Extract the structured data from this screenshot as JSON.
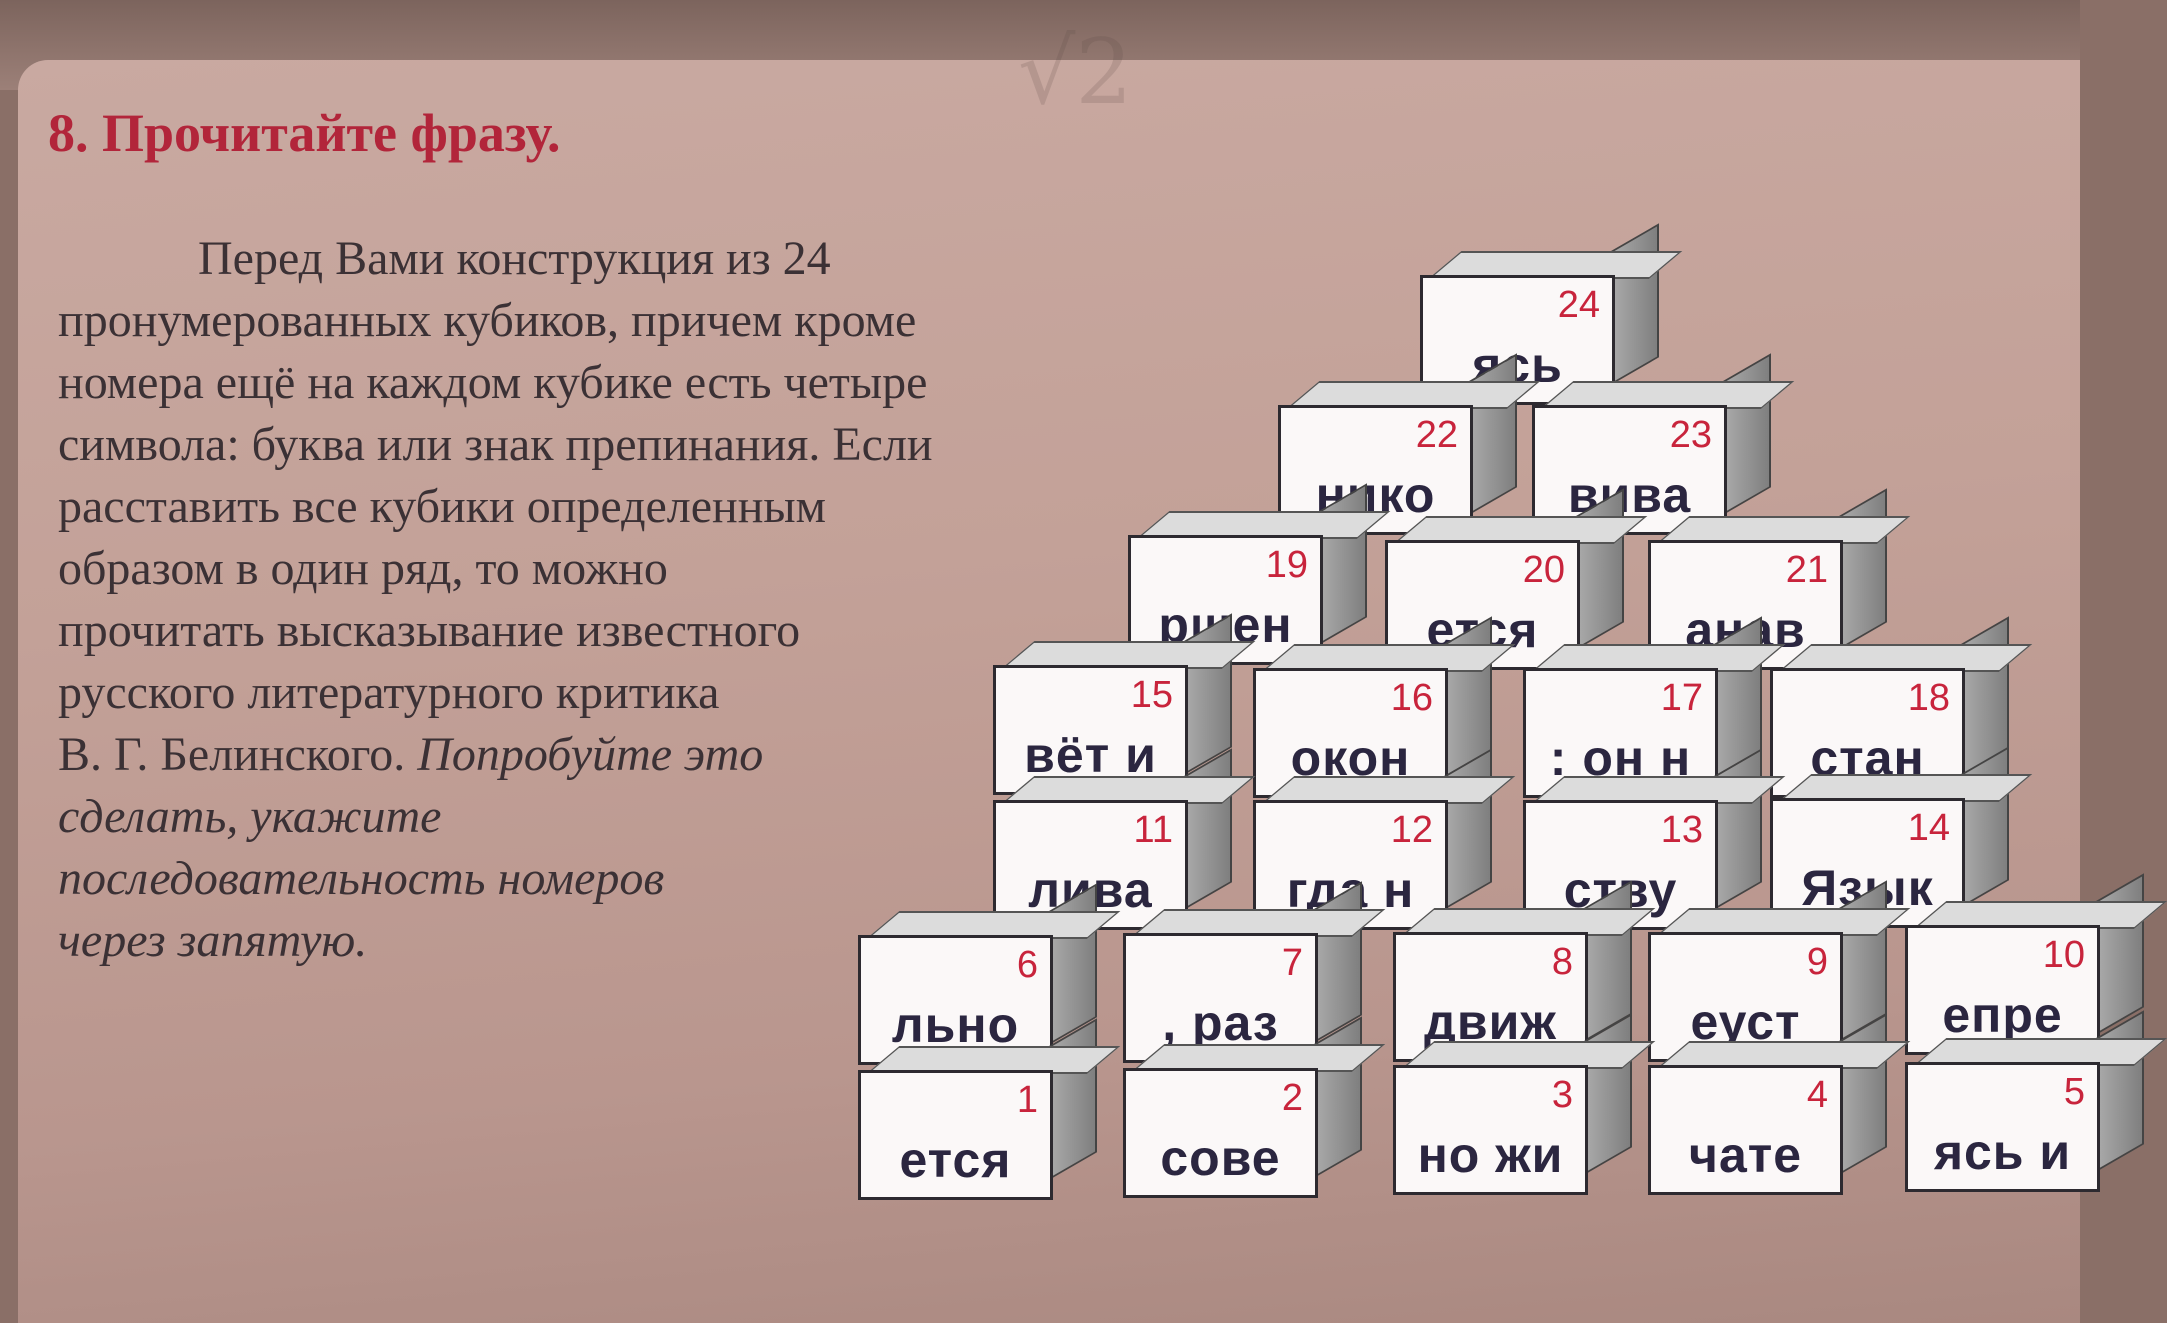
{
  "task": {
    "title": "8. Прочитайте фразу.",
    "lines": [
      "Перед Вами конструкция из 24",
      "пронумерованных кубиков, причем кроме",
      "номера ещё на каждом кубике есть четыре",
      "символа: буква или знак препинания. Если",
      "расставить все кубики определенным",
      "образом в один ряд, то можно",
      "прочитать высказывание известного",
      "русского литературного критика"
    ],
    "last_line_regular": "В. Г. Белинского.",
    "last_line_italic": "Попробуйте это",
    "italic_lines": [
      "сделать, укажите",
      "последовательность номеров",
      "через запятую."
    ]
  },
  "cubes": [
    {
      "n": "1",
      "text": "ется"
    },
    {
      "n": "2",
      "text": "сове"
    },
    {
      "n": "3",
      "text": "но жи"
    },
    {
      "n": "4",
      "text": "чате"
    },
    {
      "n": "5",
      "text": "ясь и"
    },
    {
      "n": "6",
      "text": "льно"
    },
    {
      "n": "7",
      "text": ", раз"
    },
    {
      "n": "8",
      "text": "движ"
    },
    {
      "n": "9",
      "text": "еуст"
    },
    {
      "n": "10",
      "text": "епре"
    },
    {
      "n": "11",
      "text": "лива"
    },
    {
      "n": "12",
      "text": "гда н"
    },
    {
      "n": "13",
      "text": "ству"
    },
    {
      "n": "14",
      "text": "Язык"
    },
    {
      "n": "15",
      "text": "вёт и"
    },
    {
      "n": "16",
      "text": "окон"
    },
    {
      "n": "17",
      "text": ": он н"
    },
    {
      "n": "18",
      "text": "стан"
    },
    {
      "n": "19",
      "text": "ршен"
    },
    {
      "n": "20",
      "text": "ется"
    },
    {
      "n": "21",
      "text": "анав"
    },
    {
      "n": "22",
      "text": "нико"
    },
    {
      "n": "23",
      "text": "вива"
    },
    {
      "n": "24",
      "text": "ясь"
    }
  ],
  "colors": {
    "title": "#b2253a",
    "cube_number": "#c8243c",
    "cube_text": "#2b2640",
    "paper": "#c3a198"
  }
}
